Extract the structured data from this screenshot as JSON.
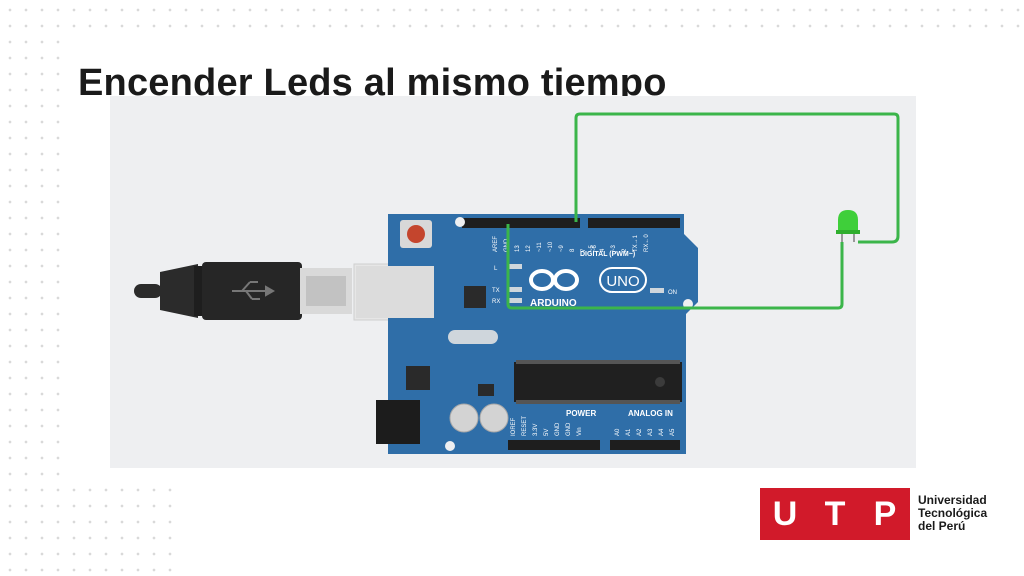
{
  "slide": {
    "title": "Encender Leds al mismo tiempo"
  },
  "board": {
    "brand": "ARDUINO",
    "model": "UNO",
    "digital_label": "DIGITAL (PWM~)",
    "power_label": "POWER",
    "analog_label": "ANALOG IN",
    "on_label": "ON",
    "led_labels": [
      "L",
      "TX",
      "RX"
    ],
    "top_pins": [
      "AREF",
      "GND",
      "13",
      "12",
      "~11",
      "~10",
      "~9",
      "8",
      "7",
      "~6",
      "~5",
      "4",
      "~3",
      "2",
      "TX→1",
      "RX←0"
    ],
    "power_pins": [
      "IOREF",
      "RESET",
      "3.3V",
      "5V",
      "GND",
      "GND",
      "Vin"
    ],
    "analog_pins": [
      "A0",
      "A1",
      "A2",
      "A3",
      "A4",
      "A5"
    ],
    "colors": {
      "board": "#2f6ea8",
      "wire": "#3bb54a",
      "led": "#3fcf3a"
    }
  },
  "logo": {
    "letters": [
      "U",
      "T",
      "P"
    ],
    "line1": "Universidad",
    "line2": "Tecnológica",
    "line3": "del Perú",
    "color": "#d11a2a"
  }
}
